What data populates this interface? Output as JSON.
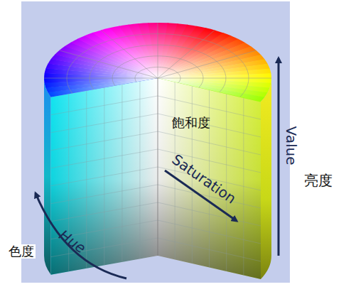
{
  "diagram": {
    "labels": [
      "飽和度",
      "Saturation",
      "Value",
      "亮度",
      "Hue",
      "色度"
    ]
  }
}
